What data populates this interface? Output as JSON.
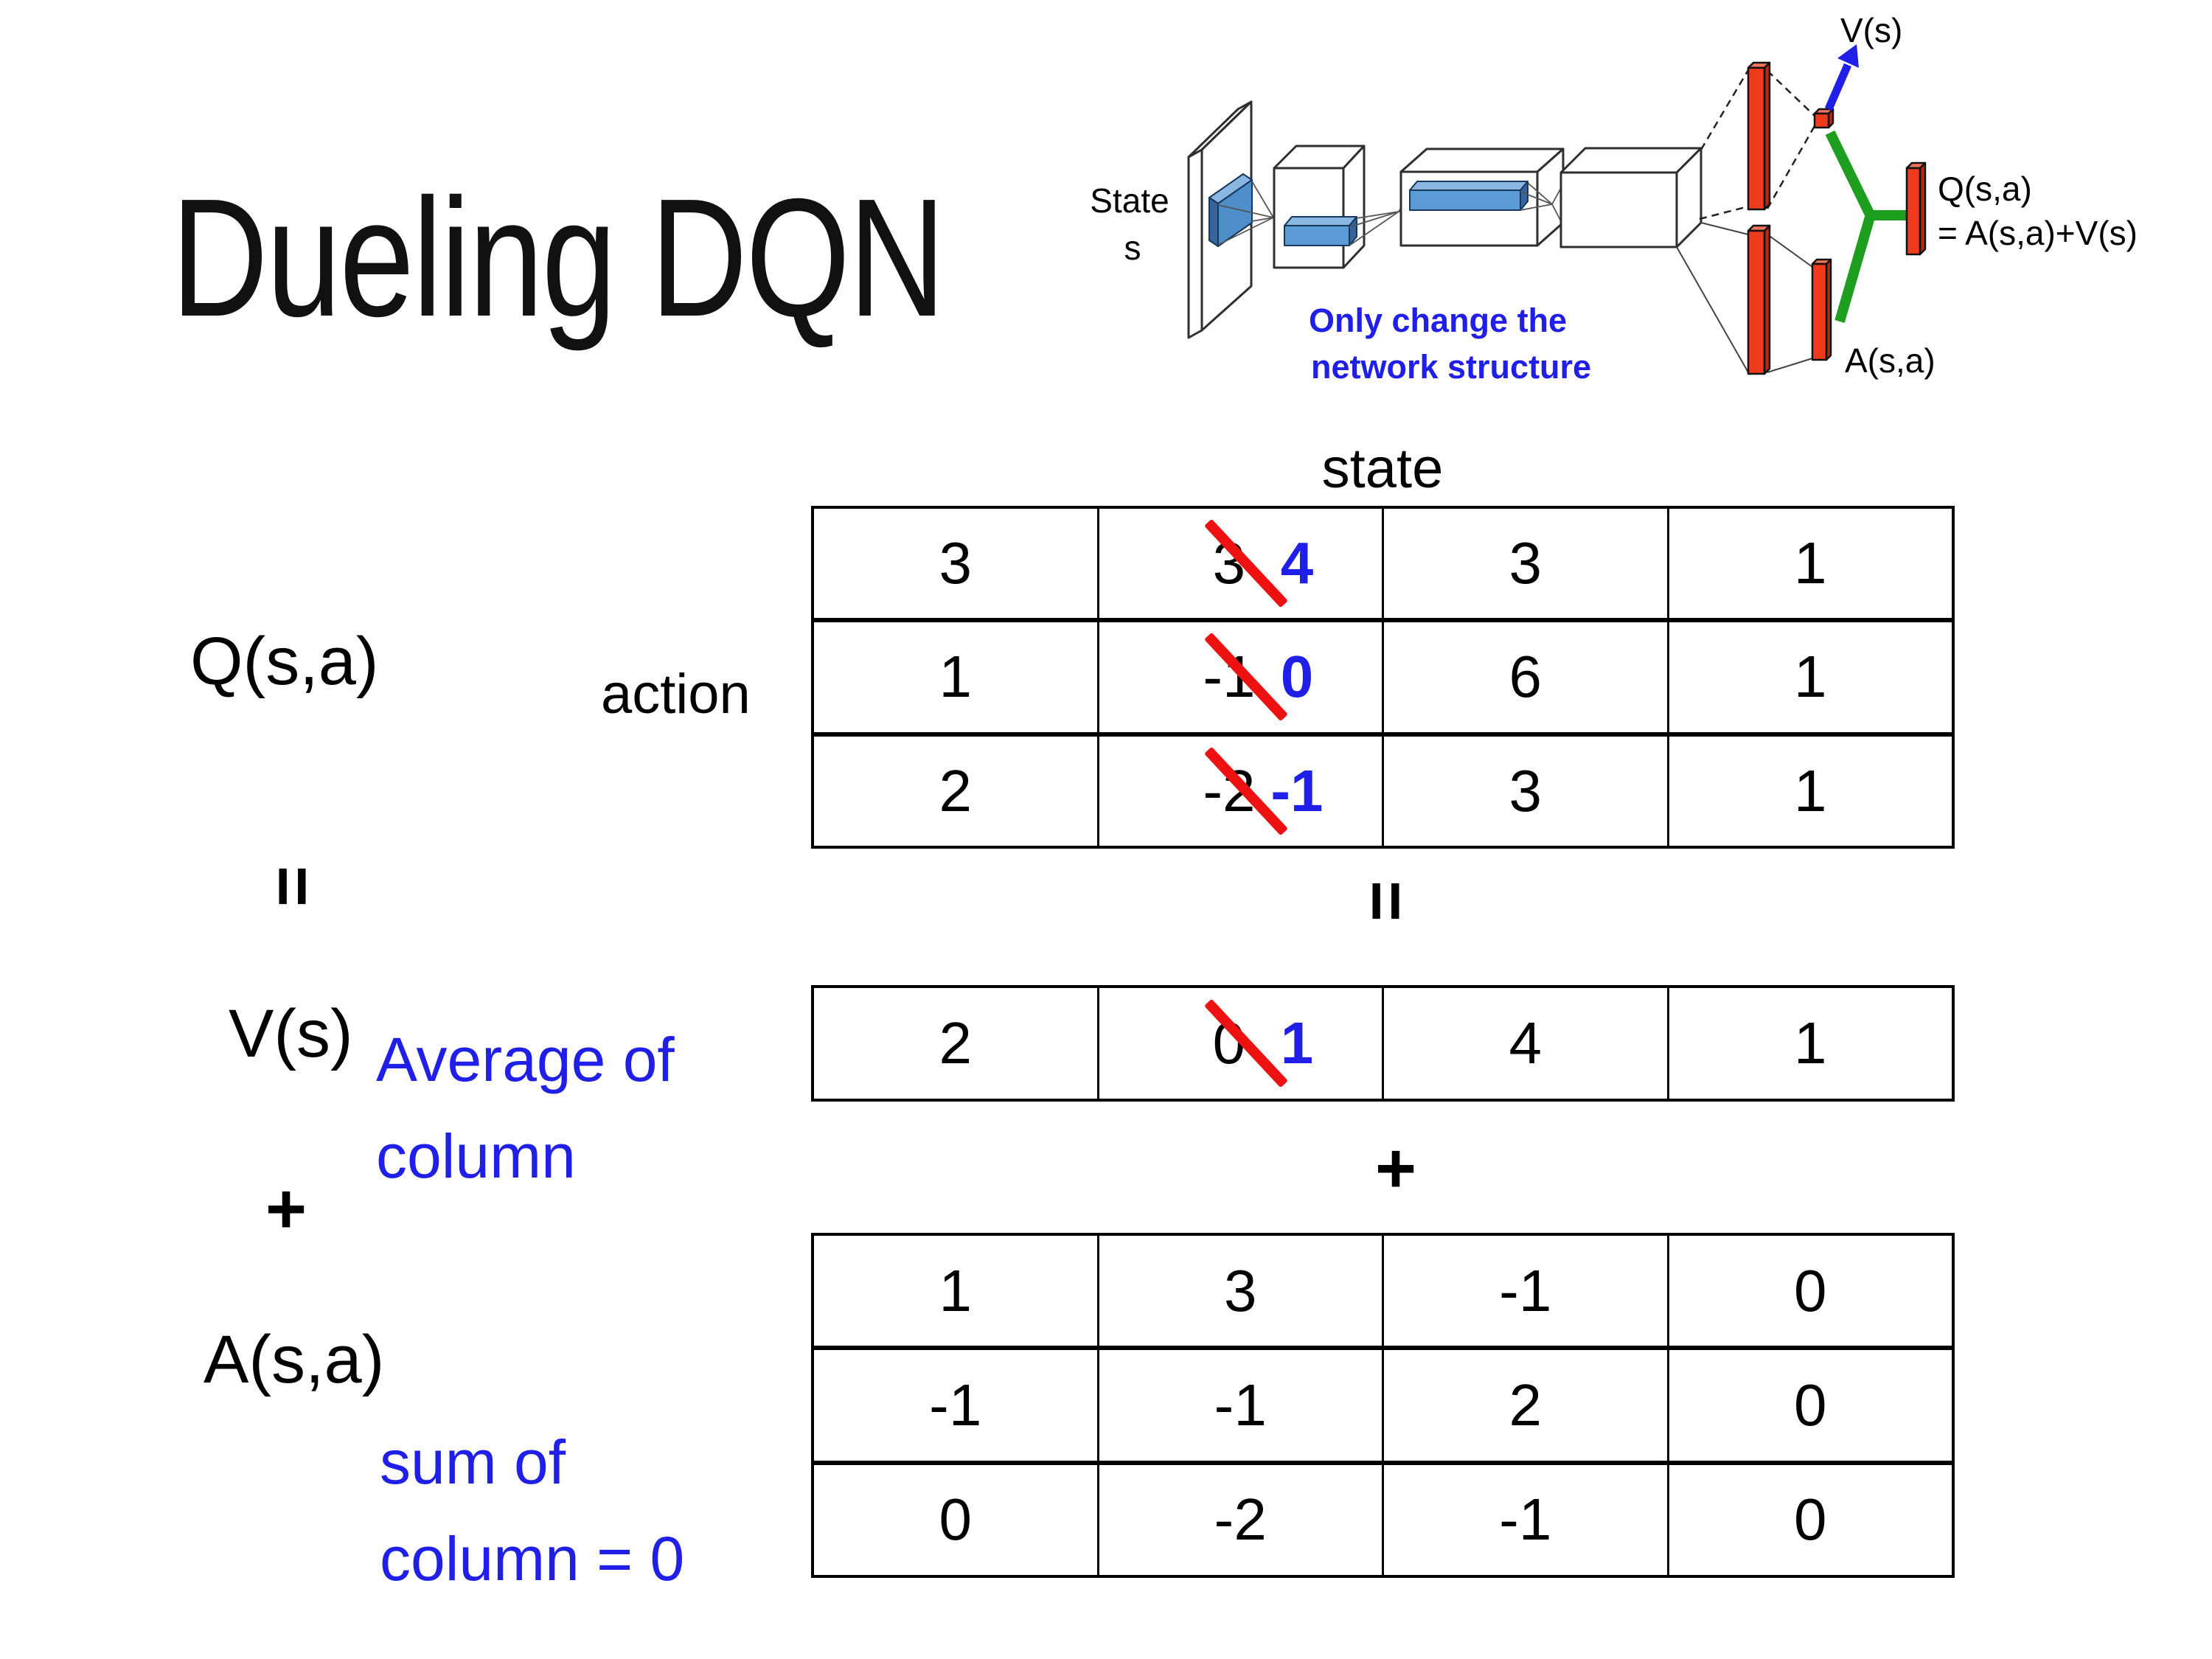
{
  "slide": {
    "title": "Dueling DQN"
  },
  "diagram": {
    "input_label_line1": "State",
    "input_label_line2": "s",
    "caption_line1": "Only change the",
    "caption_line2": "network structure",
    "v_output_label": "V(s)",
    "a_output_label": "A(s,a)",
    "q_output_label_line1": "Q(s,a)",
    "q_output_label_line2": "= A(s,a)+V(s)"
  },
  "equation": {
    "q_label": "Q(s,a)",
    "left_equals": "=",
    "v_label": "V(s)",
    "left_plus": "+",
    "a_label": "A(s,a)",
    "mid_equals": "=",
    "mid_plus": "+",
    "state_axis_label": "state",
    "action_axis_label": "action",
    "v_note_line1": "Average of",
    "v_note_line2": "column",
    "a_note_line1": "sum of",
    "a_note_line2": "column = 0"
  },
  "q_table": {
    "rows": [
      {
        "cells": [
          {
            "v": "3"
          },
          {
            "old": "3",
            "new": "4"
          },
          {
            "v": "3"
          },
          {
            "v": "1"
          }
        ]
      },
      {
        "cells": [
          {
            "v": "1"
          },
          {
            "old": "-1",
            "new": "0"
          },
          {
            "v": "6"
          },
          {
            "v": "1"
          }
        ]
      },
      {
        "cells": [
          {
            "v": "2"
          },
          {
            "old": "-2",
            "new": "-1"
          },
          {
            "v": "3"
          },
          {
            "v": "1"
          }
        ]
      }
    ]
  },
  "v_table": {
    "rows": [
      {
        "cells": [
          {
            "v": "2"
          },
          {
            "old": "0",
            "new": "1"
          },
          {
            "v": "4"
          },
          {
            "v": "1"
          }
        ]
      }
    ]
  },
  "a_table": {
    "rows": [
      {
        "cells": [
          {
            "v": "1"
          },
          {
            "v": "3"
          },
          {
            "v": "-1"
          },
          {
            "v": "0"
          }
        ]
      },
      {
        "cells": [
          {
            "v": "-1"
          },
          {
            "v": "-1"
          },
          {
            "v": "2"
          },
          {
            "v": "0"
          }
        ]
      },
      {
        "cells": [
          {
            "v": "0"
          },
          {
            "v": "-2"
          },
          {
            "v": "-1"
          },
          {
            "v": "0"
          }
        ]
      }
    ]
  },
  "colors": {
    "accent_blue": "#1f1fe8",
    "strike_red": "#ee1111",
    "bar_red": "#ee3a1d",
    "conv_blue": "#5b9bd5",
    "branch_green": "#1e9e1e"
  }
}
